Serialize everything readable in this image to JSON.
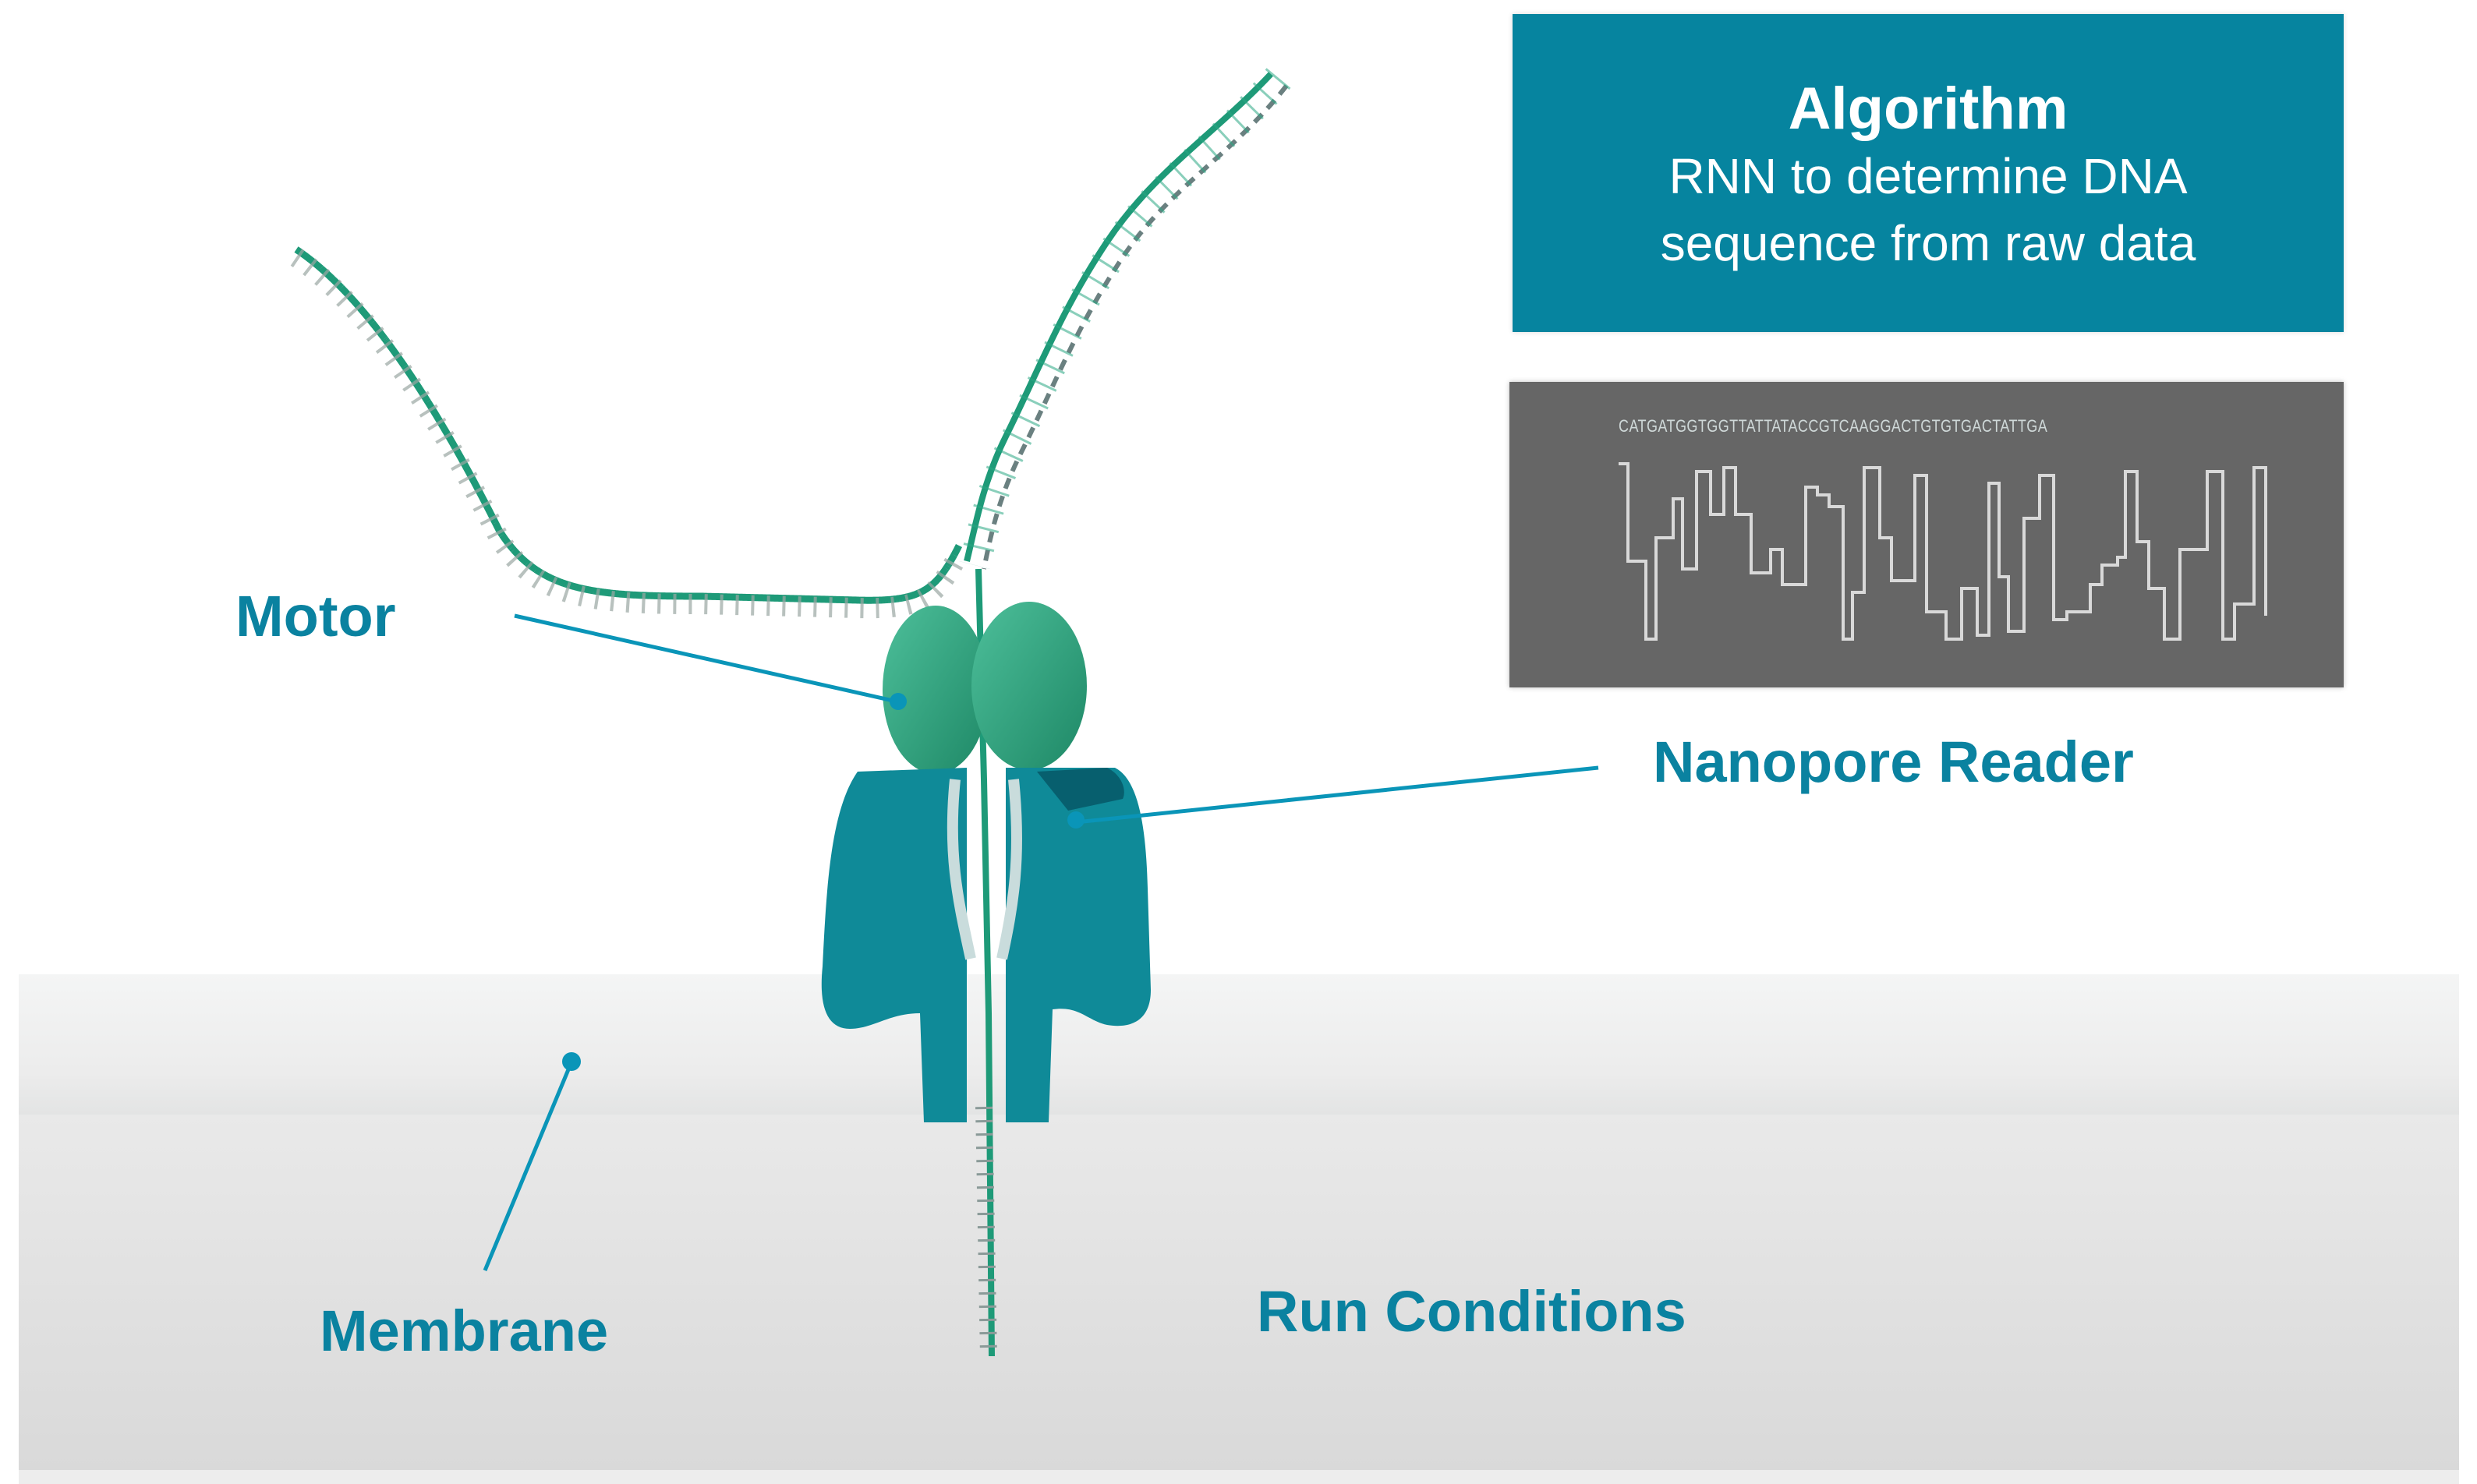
{
  "labels": {
    "motor": "Motor",
    "nanopore_reader": "Nanopore Reader",
    "membrane": "Membrane",
    "run_conditions": "Run Conditions"
  },
  "algorithm": {
    "title": "Algorithm",
    "line1": "RNN to determine DNA",
    "line2": "sequence from raw data"
  },
  "signal_panel": {
    "sequence": "CATGATGGTGGTTATTATACCGTCAAGGACTGTGTGACTATTGA"
  },
  "colors": {
    "label_teal": "#0a82a0",
    "algorithm_box": "#06849f",
    "signal_panel": "#666666",
    "motor_green": "#2a9a7a",
    "pore_teal": "#0f8a98"
  }
}
